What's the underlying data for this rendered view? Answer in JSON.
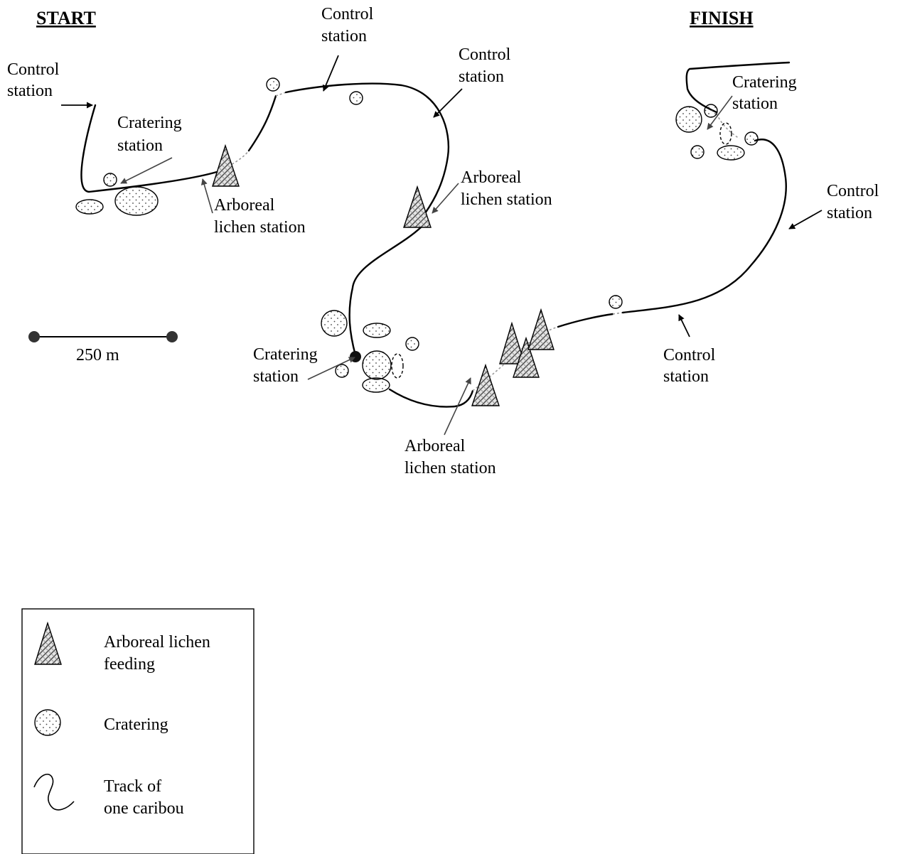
{
  "headings": {
    "start": "START",
    "finish": "FINISH"
  },
  "labels": {
    "control_1": [
      "Control",
      "station"
    ],
    "control_2": [
      "Control",
      "station"
    ],
    "control_3": [
      "Control",
      "station"
    ],
    "control_4": [
      "Control",
      "station"
    ],
    "control_5": [
      "Control",
      "station"
    ],
    "cratering_1": [
      "Cratering",
      "station"
    ],
    "cratering_2": [
      "Cratering",
      "station"
    ],
    "cratering_3": [
      "Cratering",
      "station"
    ],
    "arboreal_1": [
      "Arboreal",
      "lichen station"
    ],
    "arboreal_2": [
      "Arboreal",
      "lichen station"
    ],
    "arboreal_3": [
      "Arboreal",
      "lichen station"
    ]
  },
  "scale_bar": {
    "label": "250 m"
  },
  "legend": {
    "items": [
      {
        "icon": "arboreal-lichen-triangle-icon",
        "text": [
          "Arboreal lichen",
          "feeding"
        ]
      },
      {
        "icon": "cratering-circle-icon",
        "text": [
          "Cratering"
        ]
      },
      {
        "icon": "caribou-track-icon",
        "text": [
          "Track of",
          "one caribou"
        ]
      }
    ]
  },
  "colors": {
    "ink": "#000000",
    "pointer_grey": "#444444",
    "background": "#ffffff"
  }
}
